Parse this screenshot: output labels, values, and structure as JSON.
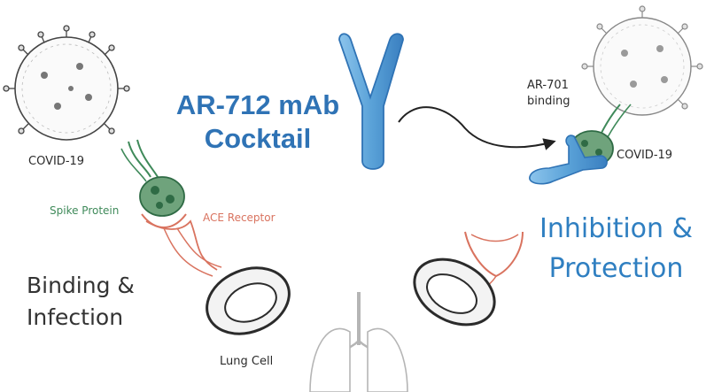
{
  "title": {
    "line1": "AR-712 mAb",
    "line2": "Cocktail"
  },
  "left_panel": {
    "virus_label": "COVID-19",
    "spike_label": "Spike Protein",
    "receptor_label": "ACE Receptor",
    "outcome_line1": "Binding &",
    "outcome_line2": "Infection"
  },
  "right_panel": {
    "binding_line1": "AR-701",
    "binding_line2": "binding",
    "virus_label": "COVID-19",
    "outcome_line1": "Inhibition &",
    "outcome_line2": "Protection"
  },
  "bottom": {
    "cell_label": "Lung Cell"
  },
  "colors": {
    "title_blue": "#2f73b5",
    "outcome_blue": "#2f7fc1",
    "antibody_blue": "#5aa2d8",
    "spike_green": "#3f8a5a",
    "receptor_red": "#d9735f",
    "outline": "#333333",
    "lung_grey": "#b5b5b5"
  }
}
